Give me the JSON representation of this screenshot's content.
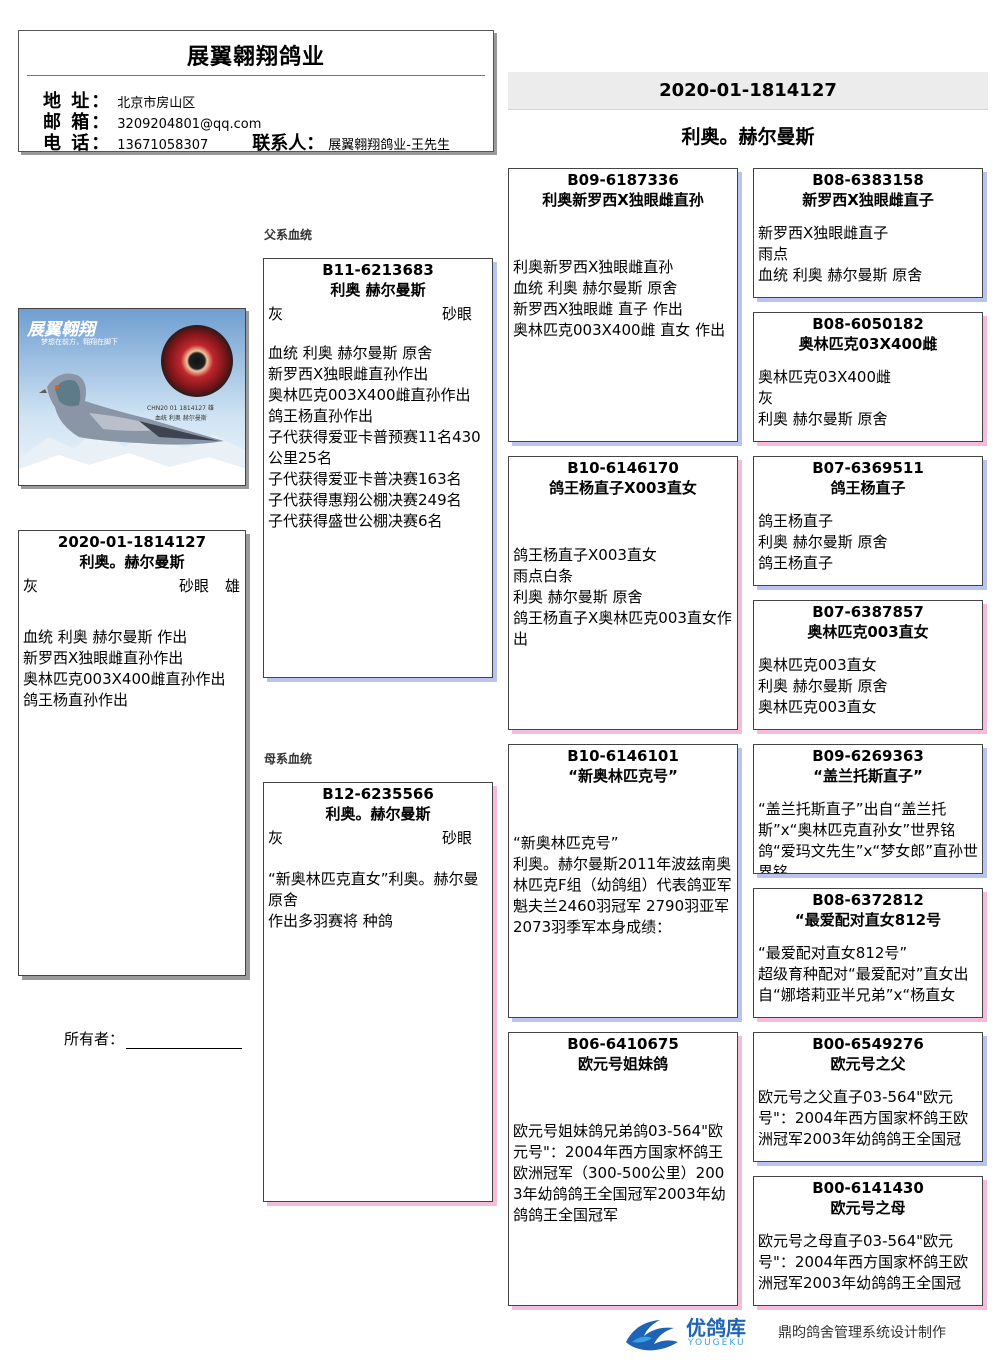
{
  "header": {
    "title": "展翼翱翔鸽业",
    "address_key": "地 址：",
    "address": "北京市房山区",
    "email_key": "邮 箱：",
    "email": "3209204801@qq.com",
    "phone_key": "电 话：",
    "phone": "13671058307",
    "contact_key": "联系人：",
    "contact": "展翼翱翔鸽业-王先生"
  },
  "subject_band": {
    "ring": "2020-01-1814127",
    "name": "利奥。赫尔曼斯"
  },
  "photo": {
    "banner": "展翼翱翔",
    "slogan": "梦想在前方，翱翔在脚下",
    "caption1": "CHN20 01 1814127 雄",
    "caption2": "血统  利奥  赫尔曼斯",
    "colors": {
      "sky": "#b9d7ef",
      "mountain": "#e9f0f6",
      "eye_red": "#c0272d"
    }
  },
  "labels": {
    "sire_side": "父系血统",
    "dam_side": "母系血统",
    "owner": "所有者："
  },
  "subject": {
    "ring": "2020-01-1814127",
    "name": "利奥。赫尔曼斯",
    "color": "灰",
    "eye": "砂眼",
    "sex": "雄",
    "desc": [
      "血统 利奥 赫尔曼斯 作出",
      "新罗西X独眼雌直孙作出",
      "奥林匹克003X400雌直孙作出",
      "鸽王杨直孙作出"
    ]
  },
  "sire": {
    "ring": "B11-6213683",
    "name": "利奥 赫尔曼斯",
    "color": "灰",
    "eye": "砂眼",
    "desc": [
      "血统 利奥 赫尔曼斯 原舍",
      "新罗西X独眼雌直孙作出",
      "奥林匹克003X400雌直孙作出",
      "鸽王杨直孙作出",
      "子代获得爱亚卡普预赛11名430公里25名",
      "子代获得爱亚卡普决赛163名",
      "子代获得惠翔公棚决赛249名",
      "子代获得盛世公棚决赛6名"
    ]
  },
  "dam": {
    "ring": "B12-6235566",
    "name": "利奥。赫尔曼斯",
    "color": "灰",
    "eye": "砂眼",
    "desc": [
      "“新奥林匹克直女”利奥。赫尔曼原舍",
      "作出多羽赛将 种鸽"
    ]
  },
  "sire_sire": {
    "ring": "B09-6187336",
    "name": "利奥新罗西X独眼雌直孙",
    "desc": [
      "利奥新罗西X独眼雌直孙",
      "血统 利奥 赫尔曼斯 原舍",
      "新罗西X独眼雌 直子 作出",
      "奥林匹克003X400雌 直女 作出"
    ]
  },
  "sire_dam": {
    "ring": "B10-6146170",
    "name": "鸽王杨直子X003直女",
    "desc": [
      "鸽王杨直子X003直女",
      "雨点白条",
      "利奥 赫尔曼斯 原舍",
      "鸽王杨直子X奥林匹克003直女作出"
    ]
  },
  "dam_sire": {
    "ring": "B10-6146101",
    "name": "“新奥林匹克号”",
    "desc": [
      "“新奥林匹克号”",
      "利奥。赫尔曼斯2011年波兹南奥林匹克F组（幼鸽组）代表鸽亚军魁夫兰2460羽冠军 2790羽亚军2073羽季军本身成绩："
    ]
  },
  "dam_dam": {
    "ring": "B06-6410675",
    "name": "欧元号姐妹鸽",
    "desc": [
      "欧元号姐妹鸽兄弟鸽03-564\"欧元号\"：2004年西方国家杯鸽王欧洲冠军（300-500公里）2003年幼鸽鸽王全国冠军2003年幼鸽鸽王全国冠军"
    ]
  },
  "ss_sire": {
    "ring": "B08-6383158",
    "name": "新罗西X独眼雌直子",
    "desc": [
      "新罗西X独眼雌直子",
      "雨点",
      "血统 利奥 赫尔曼斯 原舍"
    ]
  },
  "ss_dam": {
    "ring": "B08-6050182",
    "name": "奥林匹克03X400雌",
    "desc": [
      "奥林匹克03X400雌",
      "灰",
      "利奥 赫尔曼斯 原舍"
    ]
  },
  "sd_sire": {
    "ring": "B07-6369511",
    "name": "鸽王杨直子",
    "desc": [
      "鸽王杨直子",
      "利奥 赫尔曼斯 原舍",
      "鸽王杨直子"
    ]
  },
  "sd_dam": {
    "ring": "B07-6387857",
    "name": "奥林匹克003直女",
    "desc": [
      "奥林匹克003直女",
      "利奥 赫尔曼斯 原舍",
      "奥林匹克003直女"
    ]
  },
  "ds_sire": {
    "ring": "B09-6269363",
    "name": "“盖兰托斯直子”",
    "desc": [
      "“盖兰托斯直子”出自“盖兰托斯”x“奥林匹克直孙女”世界铭鸽“爱玛文先生”x“梦女郎”直孙世界铭"
    ]
  },
  "ds_dam": {
    "ring": "B08-6372812",
    "name": "“最爱配对直女812号",
    "desc": [
      "“最爱配对直女812号”",
      "超级育种配对“最爱配对”直女出自“娜塔莉亚半兄弟”x“杨直女"
    ]
  },
  "dd_sire": {
    "ring": "B00-6549276",
    "name": "欧元号之父",
    "desc": [
      "欧元号之父直子03-564\"欧元号\"：2004年西方国家杯鸽王欧洲冠军2003年幼鸽鸽王全国冠"
    ]
  },
  "dd_dam": {
    "ring": "B00-6141430",
    "name": "欧元号之母",
    "desc": [
      "欧元号之母直子03-564\"欧元号\"：2004年西方国家杯鸽王欧洲冠军2003年幼鸽鸽王全国冠"
    ]
  },
  "footer": {
    "brand_cn": "优鸽库",
    "brand_en": "YOUGEKU",
    "credit": "鼎昀鸽舍管理系统设计制作",
    "colors": {
      "blue": "#1f63b4",
      "light": "#3aa0e0"
    }
  }
}
